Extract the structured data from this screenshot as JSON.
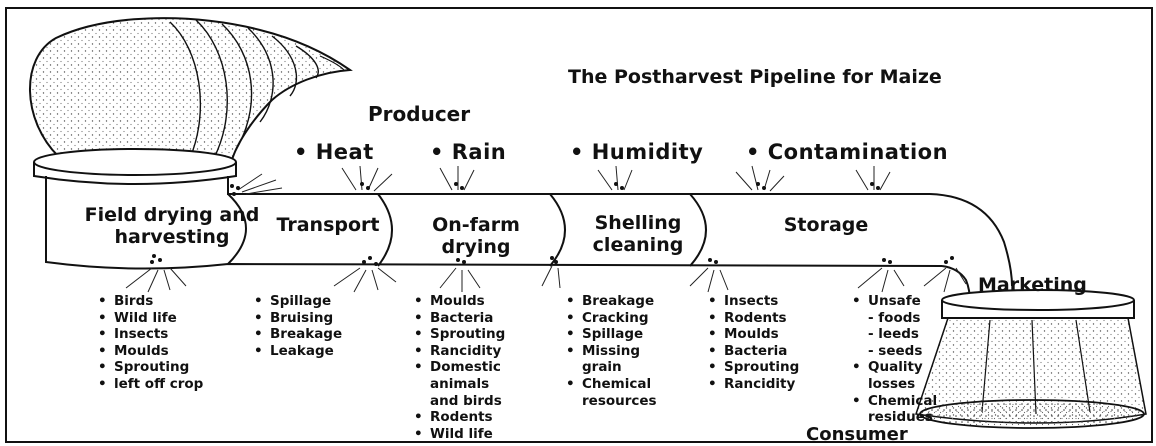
{
  "title": "The Postharvest Pipeline for Maize",
  "producer_label": "Producer",
  "consumer_label": "Consumer",
  "environment_factors": [
    "Heat",
    "Rain",
    "Humidity",
    "Contamination"
  ],
  "stages": [
    {
      "name": "Field drying and harvesting",
      "losses": [
        {
          "text": "Birds",
          "style": "bul"
        },
        {
          "text": "Wild life",
          "style": "bul"
        },
        {
          "text": "Insects",
          "style": "bul"
        },
        {
          "text": "Moulds",
          "style": "bul"
        },
        {
          "text": "Sprouting",
          "style": "bul"
        },
        {
          "text": "left off crop",
          "style": "bul"
        }
      ]
    },
    {
      "name": "Transport",
      "losses": [
        {
          "text": "Spillage",
          "style": "bul"
        },
        {
          "text": "Bruising",
          "style": "bul"
        },
        {
          "text": "Breakage",
          "style": "bul"
        },
        {
          "text": "Leakage",
          "style": "bul"
        }
      ]
    },
    {
      "name": "On-farm drying",
      "losses": [
        {
          "text": "Moulds",
          "style": "bul"
        },
        {
          "text": "Bacteria",
          "style": "bul"
        },
        {
          "text": "Sprouting",
          "style": "bul"
        },
        {
          "text": "Rancidity",
          "style": "bul"
        },
        {
          "text": "Domestic",
          "style": "bul"
        },
        {
          "text": "animals",
          "style": "cont"
        },
        {
          "text": "and birds",
          "style": "cont"
        },
        {
          "text": "Rodents",
          "style": "bul"
        },
        {
          "text": "Wild life",
          "style": "bul"
        }
      ]
    },
    {
      "name": "Shelling cleaning",
      "losses": [
        {
          "text": "Breakage",
          "style": "bul"
        },
        {
          "text": "Cracking",
          "style": "bul"
        },
        {
          "text": "Spillage",
          "style": "bul"
        },
        {
          "text": "Missing",
          "style": "bul"
        },
        {
          "text": "grain",
          "style": "cont"
        },
        {
          "text": "Chemical",
          "style": "bul"
        },
        {
          "text": "resources",
          "style": "cont"
        }
      ]
    },
    {
      "name": "Storage",
      "losses": [
        {
          "text": "Insects",
          "style": "bul"
        },
        {
          "text": "Rodents",
          "style": "bul"
        },
        {
          "text": "Moulds",
          "style": "bul"
        },
        {
          "text": "Bacteria",
          "style": "bul"
        },
        {
          "text": "Sprouting",
          "style": "bul"
        },
        {
          "text": "Rancidity",
          "style": "bul"
        }
      ]
    },
    {
      "name": "Marketing",
      "losses": [
        {
          "text": "Unsafe",
          "style": "bul"
        },
        {
          "text": "- foods",
          "style": "sub"
        },
        {
          "text": "- leeds",
          "style": "sub"
        },
        {
          "text": "- seeds",
          "style": "sub"
        },
        {
          "text": "Quality",
          "style": "bul"
        },
        {
          "text": "losses",
          "style": "cont"
        },
        {
          "text": "Chemical",
          "style": "bul"
        },
        {
          "text": "residues",
          "style": "cont"
        }
      ]
    }
  ]
}
